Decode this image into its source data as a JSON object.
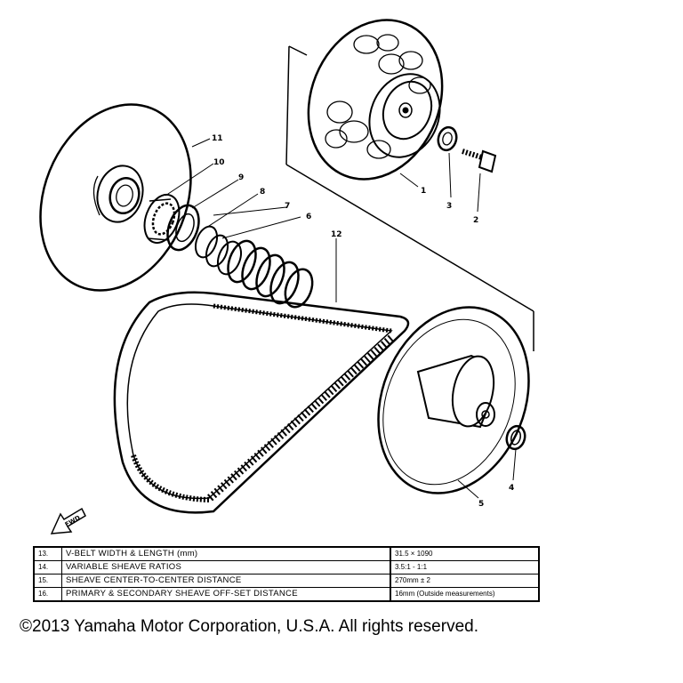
{
  "callouts": {
    "c1": "1",
    "c2": "2",
    "c3": "3",
    "c4": "4",
    "c5": "5",
    "c6": "6",
    "c7": "7",
    "c8": "8",
    "c9": "9",
    "c10": "10",
    "c11": "11",
    "c12": "12"
  },
  "fwd_label": "FWD",
  "spec_table": {
    "rows": [
      {
        "num": "13.",
        "label": "V-BELT WIDTH & LENGTH (mm)",
        "value": "31.5 × 1090"
      },
      {
        "num": "14.",
        "label": "VARIABLE SHEAVE RATIOS",
        "value": "3.5:1 - 1:1"
      },
      {
        "num": "15.",
        "label": "SHEAVE CENTER-TO-CENTER DISTANCE",
        "value": "270mm ± 2"
      },
      {
        "num": "16.",
        "label": "PRIMARY & SECONDARY SHEAVE OFF-SET DISTANCE",
        "value": "16mm (Outside measurements)"
      }
    ]
  },
  "copyright": "©2013 Yamaha Motor Corporation, U.S.A. All rights reserved."
}
